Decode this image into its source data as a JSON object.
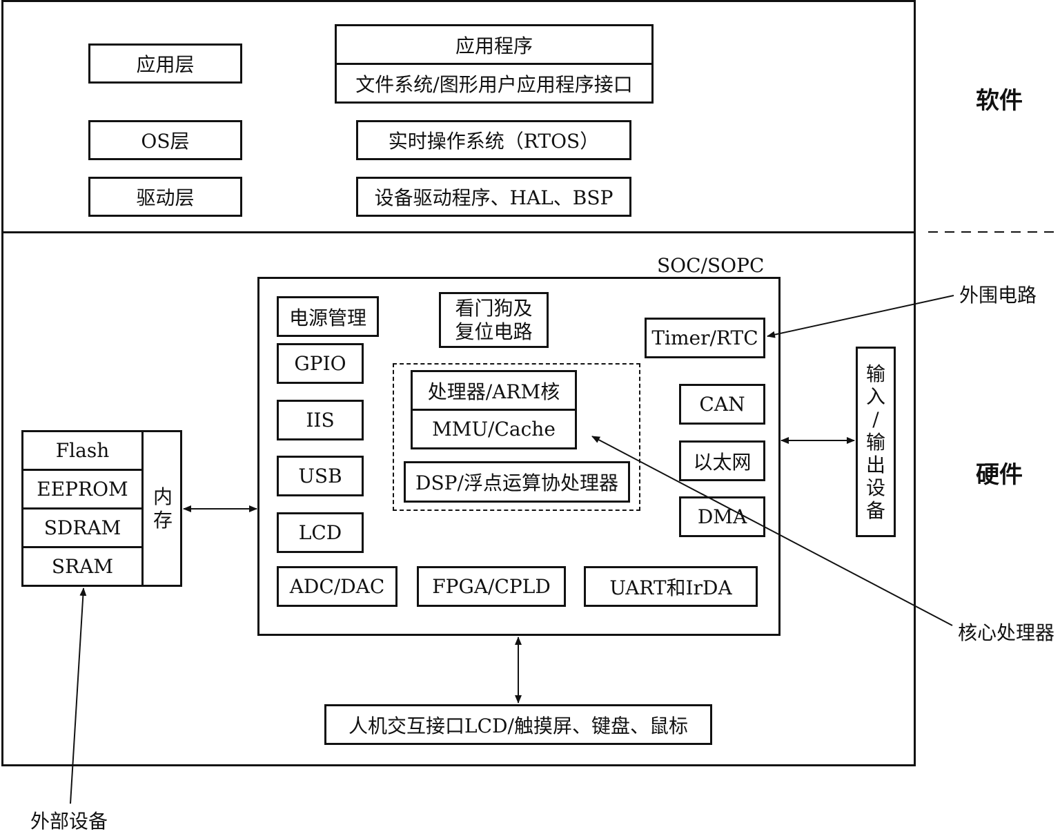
{
  "side_labels": {
    "software": "软件",
    "hardware": "硬件"
  },
  "software": {
    "layers": [
      {
        "name": "应用层",
        "content": [
          "应用程序",
          "文件系统/图形用户应用程序接口"
        ]
      },
      {
        "name": "OS层",
        "content": [
          "实时操作系统（RTOS）"
        ]
      },
      {
        "name": "驱动层",
        "content": [
          "设备驱动程序、HAL、BSP"
        ]
      }
    ]
  },
  "hardware": {
    "soc_label": "SOC/SOPC",
    "soc_left_modules": [
      "电源管理",
      "GPIO",
      "IIS",
      "USB",
      "LCD"
    ],
    "watchdog": [
      "看门狗及",
      "复位电路"
    ],
    "core": {
      "processor": "处理器/ARM核",
      "mmu": "MMU/Cache",
      "dsp": "DSP/浮点运算协处理器"
    },
    "soc_right_modules": [
      "Timer/RTC",
      "CAN",
      "以太网",
      "DMA"
    ],
    "soc_bottom_modules": [
      "ADC/DAC",
      "FPGA/CPLD",
      "UART和IrDA"
    ],
    "memory": {
      "items": [
        "Flash",
        "EEPROM",
        "SDRAM",
        "SRAM"
      ],
      "label": [
        "内",
        "存"
      ]
    },
    "io_device": [
      "输",
      "入",
      "/",
      "输",
      "出",
      "设",
      "备"
    ],
    "hmi": "人机交互接口LCD/触摸屏、键盘、鼠标"
  },
  "callouts": {
    "peripheral": "外围电路",
    "core": "核心处理器",
    "external": "外部设备"
  }
}
